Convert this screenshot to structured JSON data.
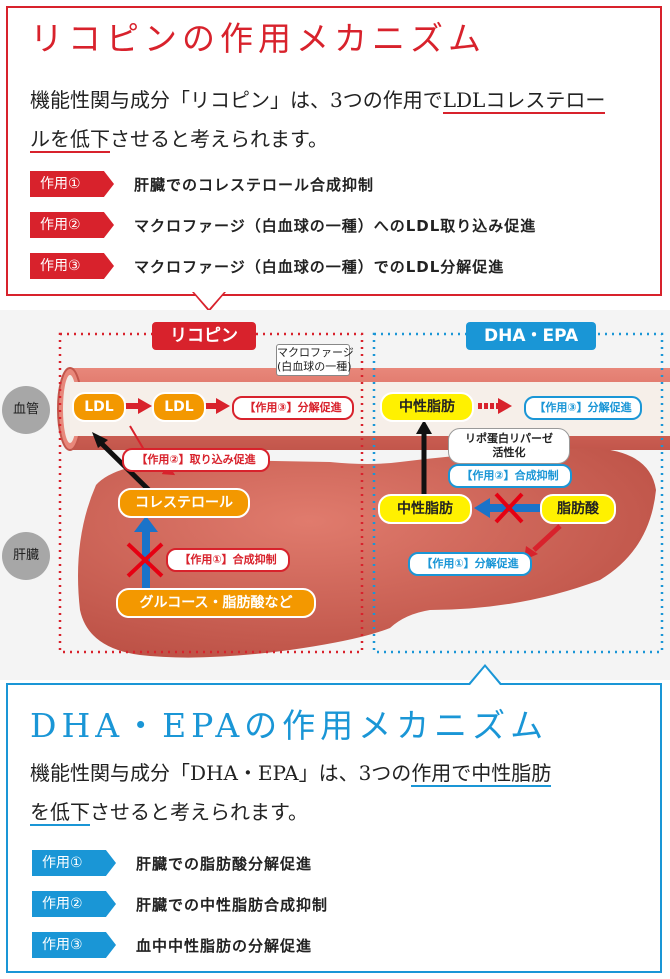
{
  "lycopene_box": {
    "title": "リコピンの作用メカニズム",
    "desc_line1_a": "機能性関与成分「リコピン」は、3つの作用で",
    "desc_line1_u": "LDLコレステロー",
    "desc_line2_u": "ルを低下",
    "desc_line2_b": "させると考えられます。",
    "actions": [
      {
        "badge": "作用①",
        "text": "肝臓でのコレステロール合成抑制"
      },
      {
        "badge": "作用②",
        "text": "マクロファージ（白血球の一種）へのLDL取り込み促進"
      },
      {
        "badge": "作用③",
        "text": "マクロファージ（白血球の一種）でのLDL分解促進"
      }
    ]
  },
  "diagram": {
    "side_labels": {
      "blood": "血管",
      "liver": "肝臓"
    },
    "left_tag": "リコピン",
    "right_tag": "DHA・EPA",
    "macrophage_note_line1": "マクロファージ",
    "macrophage_note_line2": "(白血球の一種)",
    "ldl1": "LDL",
    "ldl2": "LDL",
    "lyc_action3": "【作用③】分解促進",
    "lyc_action2": "【作用②】取り込み促進",
    "cholesterol": "コレステロール",
    "lyc_action1": "【作用①】合成抑制",
    "glucose": "グルコース・脂肪酸など",
    "tg_blood": "中性脂肪",
    "dha_action3": "【作用③】分解促進",
    "lipase_line1": "リポ蛋白リパーゼ",
    "lipase_line2": "活性化",
    "dha_action2": "【作用②】合成抑制",
    "tg_liver": "中性脂肪",
    "fatty_acid": "脂肪酸",
    "dha_action1": "【作用①】分解促進"
  },
  "dha_box": {
    "title": "DHA・EPAの作用メカニズム",
    "desc_line1_a": "機能性関与成分「DHA・EPA」は、3つの",
    "desc_line1_u": "作用で中性脂肪",
    "desc_line2_u": "を低下",
    "desc_line2_b": "させると考えられます。",
    "actions": [
      {
        "badge": "作用①",
        "text": "肝臓での脂肪酸分解促進"
      },
      {
        "badge": "作用②",
        "text": "肝臓での中性脂肪合成抑制"
      },
      {
        "badge": "作用③",
        "text": "血中中性脂肪の分解促進"
      }
    ]
  },
  "colors": {
    "red": "#d8222c",
    "blue": "#1a96d6",
    "orange": "#f39800",
    "yellow": "#fff100",
    "vessel": "#d86a5e",
    "liver": "#c9574a"
  }
}
